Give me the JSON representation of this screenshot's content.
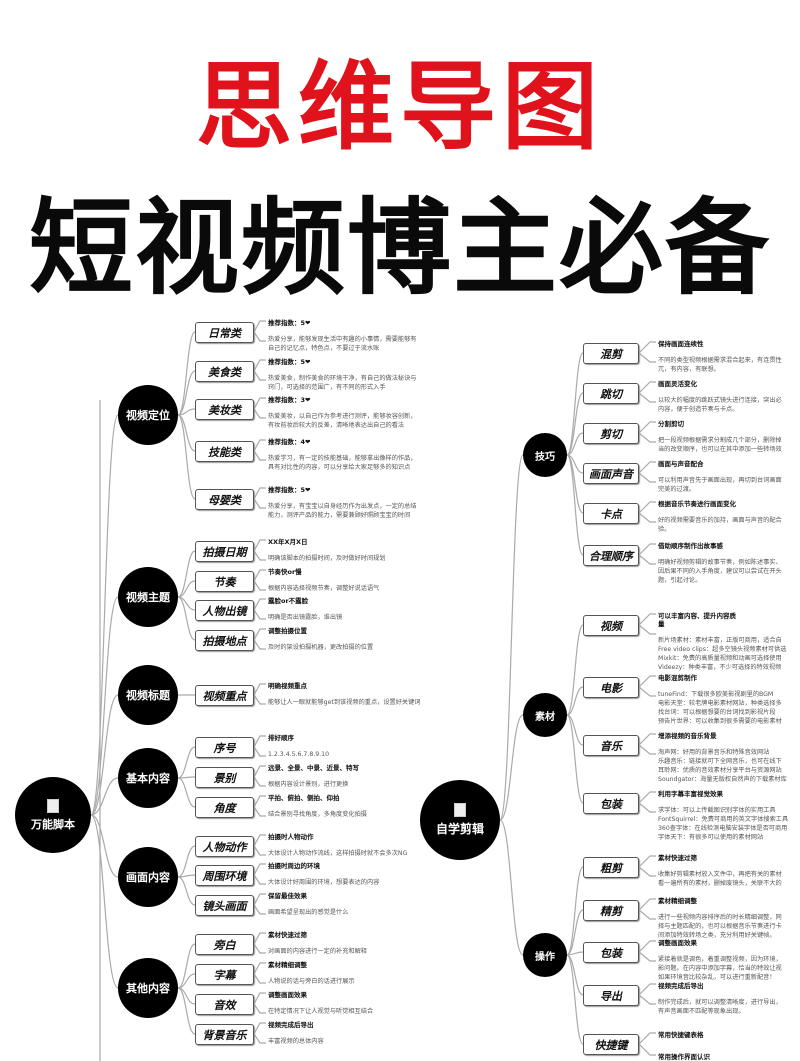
{
  "title": "思维导图",
  "subtitle": "短视频博主必备",
  "colors": {
    "title": "#e0121b",
    "node": "#000000",
    "line": "#aaaaaa"
  },
  "left": {
    "root": {
      "label": "万能脚本",
      "icon": "document-icon"
    },
    "groups": [
      {
        "label": "视频定位",
        "items": [
          {
            "label": "日常类",
            "head": "推荐指数：5❤",
            "desc": [
              "热爱分享，能够发现生活中有趣的小事情，需要能够有",
              "自己的记忆点，特色点，不要过于流水账"
            ]
          },
          {
            "label": "美食类",
            "head": "推荐指数：5❤",
            "desc": [
              "热爱美食，制作美食的环境干净，有自己的做法秘诀与",
              "窍门，可选择的范围广，有不同的形式入手"
            ]
          },
          {
            "label": "美妆类",
            "head": "推荐指数：3❤",
            "desc": [
              "热爱美妆，以自己作为参考进行测评，能够妆容创新，",
              "有妆前妆后较大的反差，清晰地表达出自己的看法"
            ]
          },
          {
            "label": "技能类",
            "head": "推荐指数：4❤",
            "desc": [
              "热爱学习，有一定的技能基础，能够拿出像样的作品，",
              "具有对比性的内容，可以分享给大家足够多的知识点"
            ]
          },
          {
            "label": "母婴类",
            "head": "推荐指数：5❤",
            "desc": [
              "热爱分享，有宝宝以自身经历作为出发点，一定的总结",
              "能力，测评产品的能力，需要兼顾好照顾宝宝的时间"
            ]
          }
        ]
      },
      {
        "label": "视频主题",
        "items": [
          {
            "label": "拍摄日期",
            "head": "XX年X月X日",
            "desc": [
              "明确该脚本的拍摄时间，及时做好时间规划"
            ]
          },
          {
            "label": "节奏",
            "head": "节奏快or慢",
            "desc": [
              "根据内容选择视频节奏，调整好说话语气"
            ]
          },
          {
            "label": "人物出镜",
            "head": "露脸or不露脸",
            "desc": [
              "明确是否出镜露脸，谁出镜"
            ]
          },
          {
            "label": "拍摄地点",
            "head": "调整拍摄位置",
            "desc": [
              "及时的架设拍摄机器，更改拍摄的位置"
            ]
          }
        ]
      },
      {
        "label": "视频标题",
        "items": [
          {
            "label": "视频重点",
            "head": "明确视频重点",
            "desc": [
              "能够让人一眼就能够get到该视频的重点，设置好关键词"
            ]
          }
        ]
      },
      {
        "label": "基本内容",
        "items": [
          {
            "label": "序号",
            "head": "排好顺序",
            "desc": [
              "1.2.3.4.5.6.7.8.9.10"
            ]
          },
          {
            "label": "景别",
            "head": "远景、全景、中景、近景、特写",
            "desc": [
              "根据内容设计景别，进行更换"
            ]
          },
          {
            "label": "角度",
            "head": "平拍、俯拍、侧拍、仰拍",
            "desc": [
              "结合景别寻找角度，多角度变化拍摄"
            ]
          }
        ]
      },
      {
        "label": "画面内容",
        "items": [
          {
            "label": "人物动作",
            "head": "拍摄时人物动作",
            "desc": [
              "大体设计人物动作流线，这样拍摄时就不会多次NG"
            ]
          },
          {
            "label": "周围环境",
            "head": "拍摄时周边的环境",
            "desc": [
              "大体设计好周围的环境，想要表达的内容"
            ]
          },
          {
            "label": "镜头画面",
            "head": "保留最佳效果",
            "desc": [
              "画面希望呈现出的感觉是什么"
            ]
          }
        ]
      },
      {
        "label": "其他内容",
        "items": [
          {
            "label": "旁白",
            "head": "素材快速过筛",
            "desc": [
              "对画面的内容进行一定的补充和解释"
            ]
          },
          {
            "label": "字幕",
            "head": "素材精细调整",
            "desc": [
              "人物说的话与旁白的话进行展示"
            ]
          },
          {
            "label": "音效",
            "head": "调整画面效果",
            "desc": [
              "在特定情况下让人视觉与听觉相互结合"
            ]
          },
          {
            "label": "背景音乐",
            "head": "视频完成后导出",
            "desc": [
              "丰富视频的总体内容"
            ]
          }
        ]
      }
    ]
  },
  "right": {
    "root": {
      "label": "自学剪辑",
      "icon": "document-icon"
    },
    "groups": [
      {
        "label": "技巧",
        "items": [
          {
            "label": "混剪",
            "head": "保持画面连续性",
            "desc": [
              "不同的类型视频根据需求混合起来，有连贯性",
              "兀，有内容，有联想。"
            ]
          },
          {
            "label": "跳切",
            "head": "画面灵活变化",
            "desc": [
              "以较大的幅度的跳跃式镜头进行连接，突出必",
              "内容，便于创造节奏与卡点。"
            ]
          },
          {
            "label": "剪切",
            "head": "分割剪切",
            "desc": [
              "把一段视频根据需求分割成几个部分，删除掉",
              "当的改变顺序，也可以在其中添加一些转场效"
            ]
          },
          {
            "label": "画面声音",
            "head": "画面与声音配合",
            "desc": [
              "可以利用声音先于画面出现，再切到台词画面",
              "完美的过渡。"
            ]
          },
          {
            "label": "卡点",
            "head": "根据音乐节奏进行画面变化",
            "desc": [
              "好的视频需要音乐的加持，画面与声音的配合",
              "验。"
            ]
          },
          {
            "label": "合理顺序",
            "head": "借助顺序制作出故事感",
            "desc": [
              "明确好视频剪辑的故事节奏，例如陈述事实、",
              "因后果不同的入手角度，建议可以尝试在开头",
              "题，引起讨论。"
            ]
          }
        ]
      },
      {
        "label": "素材",
        "items": [
          {
            "label": "视频",
            "head": "可以丰富内容、提升内容质\n量",
            "desc": [
              "新片场素材：素材丰富，正版可商用，适合自",
              "Free video clips：超多空镜头视频素材可供选",
              "Mixkit：免费的高质量视频和动画可选择使用",
              "Videezy：种类丰富，不少可选择的特效视频"
            ]
          },
          {
            "label": "电影",
            "head": "电影混剪制作",
            "desc": [
              "tuneFind：下载很多欧美影视剧里的BGM",
              "电影天堂：较老牌电影素材网站，种类选择多",
              "找台词：可以根据想要的台词找到影视片段",
              "预告片世界：可以收集到很多需要的电影素材"
            ]
          },
          {
            "label": "音乐",
            "head": "增添视频的音乐背景",
            "desc": [
              "淘声网：好用的背景音乐和特殊音效网站",
              "乐趣音乐：链接就可下全网音乐，也可在线下",
              "耳聆网：优质的音效素材分享平台与资源网站",
              "Soundgator：海量无版权自然声的下载素材库"
            ]
          },
          {
            "label": "包装",
            "head": "利用字幕丰富视觉效果",
            "desc": [
              "求字体：可以上传截图识别字体的实用工具",
              "FontSquirrel：免费可商用的英文字体搜索工具",
              "360查字体：在线检测电脑安装字体是否可商用",
              "字体天下：有很多可以使用的素材网站"
            ]
          }
        ]
      },
      {
        "label": "操作",
        "items": [
          {
            "label": "粗剪",
            "head": "素材快速过筛",
            "desc": [
              "收集好剪辑素材放入文件中，再把有关的素材",
              "看一遍所有的素材，删掉废镜头，关联不大的"
            ]
          },
          {
            "label": "精剪",
            "head": "素材精细调整",
            "desc": [
              "进行一些视频内容排序后的时长精细调整，同",
              "择与主题匹配的，也可以根据音乐节奏进行卡",
              "间添加特效转场之类，充分利用好关键帧。"
            ]
          },
          {
            "label": "包装",
            "head": "调整画面效果",
            "desc": [
              "紧接着就是调色，着重调整视频，因为环境，",
              "影问题。在内容中添加字幕，恰当的特效让视",
              "如果环境音比较杂乱，可以进行重新配音！"
            ]
          },
          {
            "label": "导出",
            "head": "视频完成后导出",
            "desc": [
              "制作完成后，就可以调整清晰度，进行导出，",
              "有声音画面不匹配等现象出现。"
            ]
          },
          {
            "label": "快捷键",
            "head": "常用快捷键表格",
            "desc": [],
            "head2": "常用操作界面认识"
          }
        ]
      }
    ]
  }
}
